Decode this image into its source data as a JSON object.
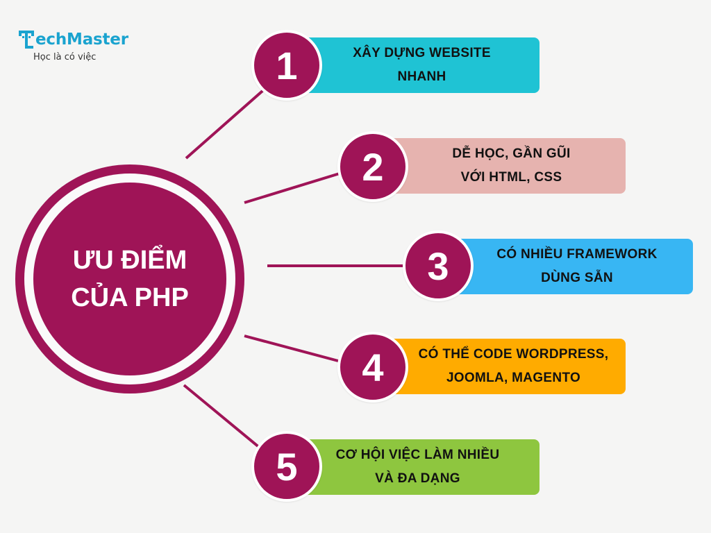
{
  "brand": {
    "name": "echMaster",
    "tagline": "Học là có việc",
    "color": "#1aa3cf"
  },
  "center": {
    "line1": "ƯU ĐIỂM",
    "line2": "CỦA PHP",
    "color": "#9f1457"
  },
  "items": [
    {
      "num": "1",
      "line1": "XÂY DỰNG WEBSITE",
      "line2": "NHANH",
      "color": "#1fc3d4"
    },
    {
      "num": "2",
      "line1": "DỄ HỌC, GẦN GŨI",
      "line2": "VỚI HTML, CSS",
      "color": "#e6b3af"
    },
    {
      "num": "3",
      "line1": "CÓ NHIỀU FRAMEWORK",
      "line2": "DÙNG SẴN",
      "color": "#38b6f3"
    },
    {
      "num": "4",
      "line1": "CÓ THỂ CODE WORDPRESS,",
      "line2": "JOOMLA, MAGENTO",
      "color": "#ffab00"
    },
    {
      "num": "5",
      "line1": "CƠ HỘI VIỆC LÀM NHIỀU",
      "line2": "VÀ ĐA DẠNG",
      "color": "#8ec63f"
    }
  ]
}
